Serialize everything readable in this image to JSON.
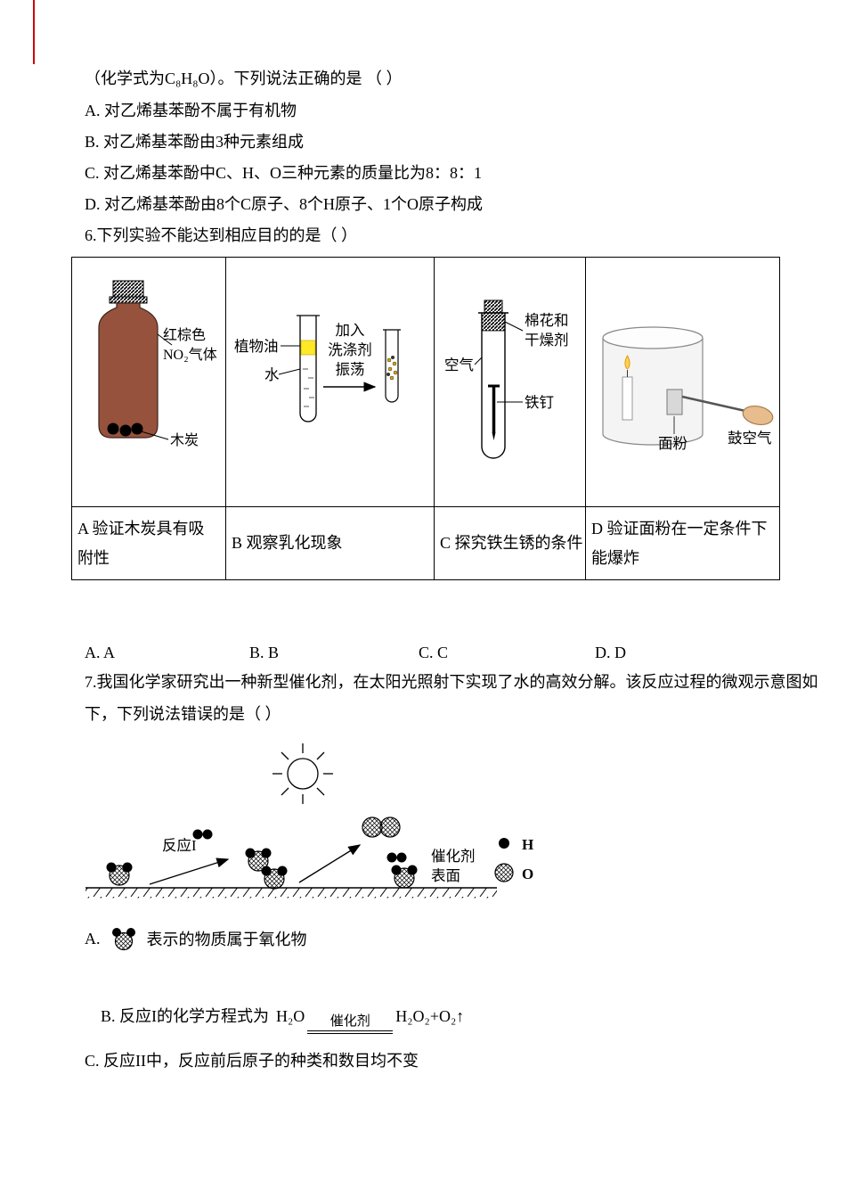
{
  "doc": {
    "colors": {
      "bottle": "#96523c",
      "oil": "#ffe926",
      "flame": "#ffd24d",
      "bulb": "#e7bd8e",
      "margin_line": "#ce0000"
    },
    "intro_line": "（化学式为C₈H₈O）。下列说法正确的是 （ ）",
    "q5_options": [
      "A. 对乙烯基苯酚不属于有机物",
      "B. 对乙烯基苯酚由3种元素组成",
      "C. 对乙烯基苯酚中C、H、O三种元素的质量比为8：8：1",
      "D. 对乙烯基苯酚由8个C原子、8个H原子、1个O原子构成"
    ],
    "q6": {
      "stem": "6.下列实验不能达到相应目的的是（ ）",
      "table": {
        "exp_a": {
          "label_color": "红棕色",
          "label_gas": "NO₂气体",
          "label_charcoal": "木炭",
          "caption": "A 验证木炭具有吸附性"
        },
        "exp_b": {
          "label_oil": "植物油",
          "label_water": "水",
          "arrow_line1": "加入",
          "arrow_line2": "洗涤剂",
          "arrow_line3": "振荡",
          "caption": "B 观察乳化现象"
        },
        "exp_c": {
          "label_air": "空气",
          "label_cotton1": "棉花和",
          "label_cotton2": "干燥剂",
          "label_nail": "铁钉",
          "caption": "C 探究铁生锈的条件"
        },
        "exp_d": {
          "label_flour": "面粉",
          "label_blow": "鼓空气",
          "caption": "D 验证面粉在一定条件下能爆炸"
        }
      },
      "answers": [
        "A. A",
        "B. B",
        "C. C",
        "D. D"
      ]
    },
    "q7": {
      "stem_line1": "7.我国化学家研究出一种新型催化剂，在太阳光照射下实现了水的高效分解。该反应过程的微观示意图如",
      "stem_line2": "下，下列说法错误的是（ ）",
      "diagram": {
        "reaction1": "反应I",
        "catalyst1": "催化剂",
        "catalyst2": "表面",
        "legend_h": "H",
        "legend_o": "O"
      },
      "opt_a_pre": "A.",
      "opt_a_post": "表示的物质属于氧化物",
      "opt_b_pre": "B. 反应I的化学方程式为",
      "opt_b_reactant": "H₂O",
      "opt_b_condition": "催化剂",
      "opt_b_products": "H₂O₂+O₂↑",
      "opt_c": "C. 反应II中，反应前后原子的种类和数目均不变"
    }
  }
}
